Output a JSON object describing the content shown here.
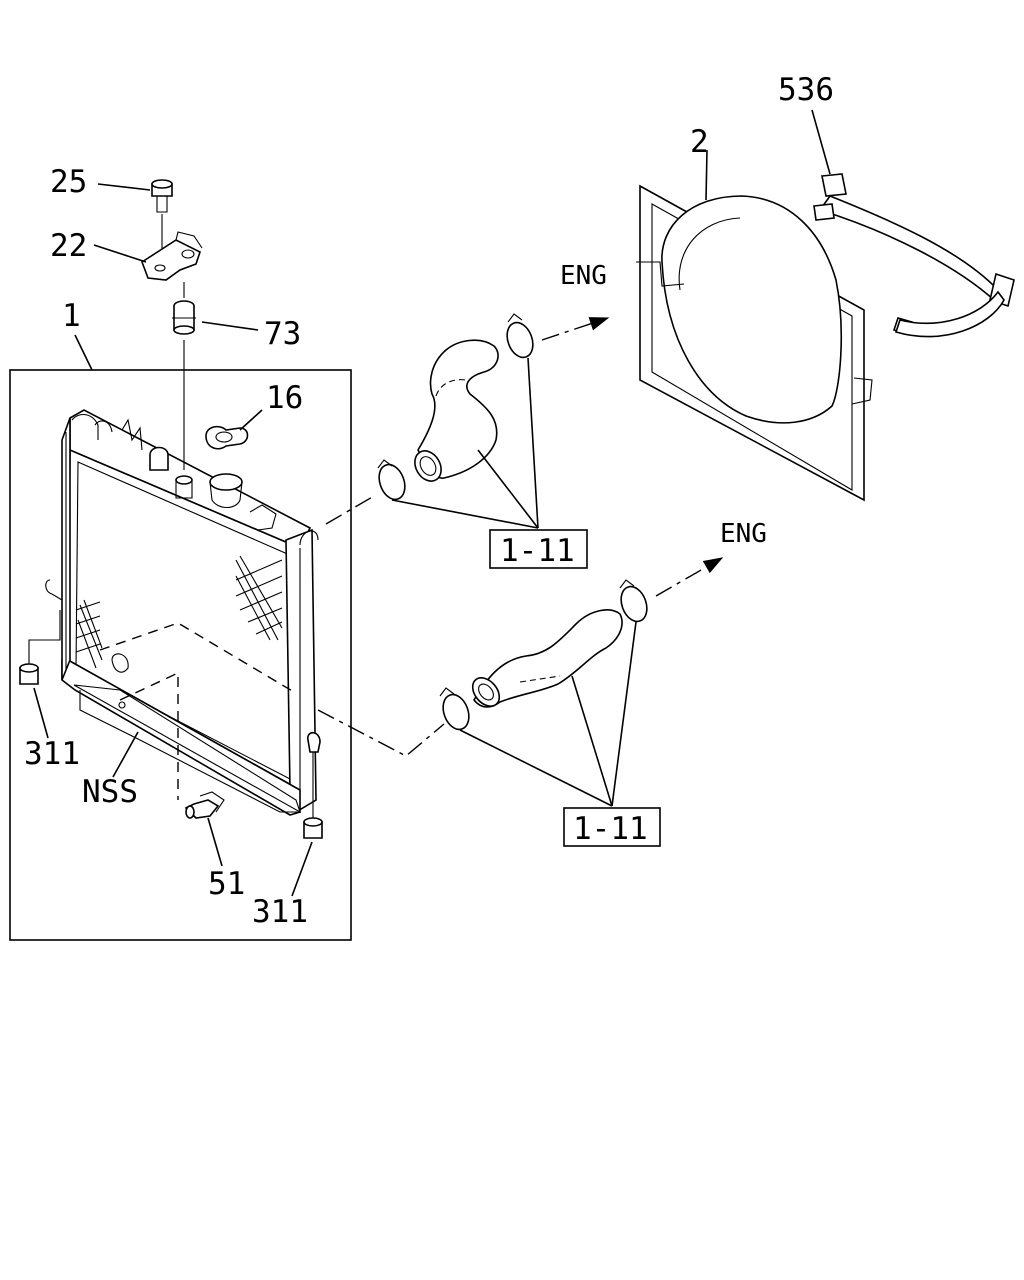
{
  "callouts": {
    "p536": "536",
    "p2": "2",
    "p25": "25",
    "p22": "22",
    "p1": "1",
    "p73": "73",
    "p16": "16",
    "p311_left": "311",
    "p311_right": "311",
    "nss": "NSS",
    "p51": "51",
    "ref_upper": "1-11",
    "ref_lower": "1-11",
    "eng_upper": "ENG",
    "eng_lower": "ENG"
  }
}
